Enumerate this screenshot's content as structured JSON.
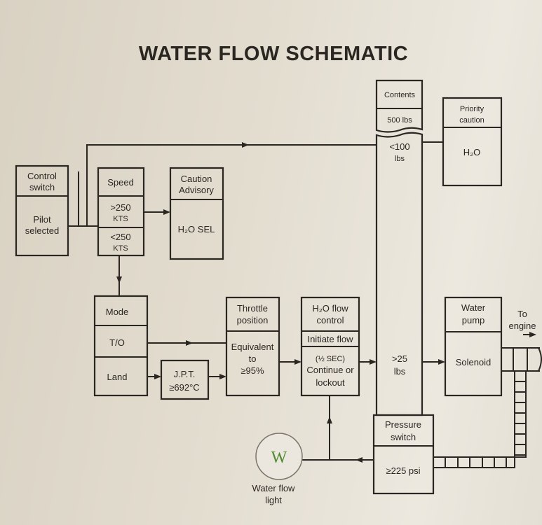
{
  "title": "WATER FLOW SCHEMATIC",
  "control_switch": {
    "header": [
      "Control",
      "switch"
    ],
    "body": [
      "Pilot",
      "selected"
    ]
  },
  "speed": {
    "header": "Speed",
    "high": [
      ">250",
      "KTS"
    ],
    "low": [
      "<250",
      "KTS"
    ]
  },
  "caution_advisory": {
    "header": [
      "Caution",
      "Advisory"
    ],
    "body": "H₂O SEL"
  },
  "contents": {
    "header": "Contents",
    "capacity": "500 lbs",
    "low": [
      "<100",
      "lbs"
    ],
    "min": [
      ">25",
      "lbs"
    ]
  },
  "priority_caution": {
    "header": [
      "Priority",
      "caution"
    ],
    "body": "H₂O"
  },
  "mode": {
    "header": "Mode",
    "takeoff": "T/O",
    "land": "Land"
  },
  "jpt": {
    "label": "J.P.T.",
    "value": "≥692°C"
  },
  "throttle": {
    "header": [
      "Throttle",
      "position"
    ],
    "body": [
      "Equivalent",
      "to",
      "≥95%"
    ]
  },
  "flow_control": {
    "header": [
      "H₂O flow",
      "control"
    ],
    "initiate": "Initiate flow",
    "body": [
      "(½ SEC)",
      "Continue or",
      "lockout"
    ]
  },
  "water_pump": {
    "header": [
      "Water",
      "pump"
    ],
    "body": "Solenoid"
  },
  "to_engine": [
    "To",
    "engine"
  ],
  "pressure_switch": {
    "header": [
      "Pressure",
      "switch"
    ],
    "body": "≥225 psi"
  },
  "water_flow_light": {
    "symbol": "W",
    "label": [
      "Water flow",
      "light"
    ],
    "symbol_color": "#4f8a2e"
  }
}
